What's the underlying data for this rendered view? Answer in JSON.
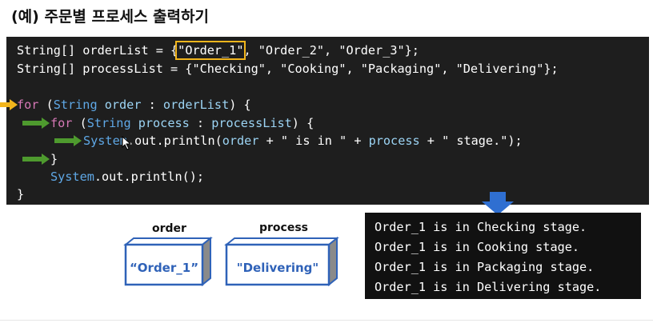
{
  "title": "(예) 주문별 프로세스 출력하기",
  "code": {
    "line1": {
      "a": "String[] orderList = {",
      "hl": "\"Order_1\"",
      "b": ", \"Order_2\", \"Order_3\"};"
    },
    "line2": "String[] processList = {\"Checking\", \"Cooking\", \"Packaging\", \"Delivering\"};",
    "line3": {
      "kw": "for",
      "p1": " (",
      "ty": "String",
      "v1": " order",
      "p2": " : ",
      "v2": "orderList",
      "p3": ") {"
    },
    "line4": {
      "kw": "for",
      "p1": " (",
      "ty": "String",
      "v1": " process",
      "p2": " : ",
      "v2": "processList",
      "p3": ") {"
    },
    "line5": {
      "ty": "System",
      "p1": ".out.println(",
      "v1": "order",
      "p2": " + \" is in \" + ",
      "v2": "process",
      "p3": " + \" stage.\");"
    },
    "line6": "}",
    "line7": {
      "ty": "System",
      "p1": ".out.println();"
    },
    "line8": "}"
  },
  "output": [
    "Order_1 is in Checking stage.",
    "Order_1 is in Cooking stage.",
    "Order_1 is in Packaging stage.",
    "Order_1 is in Delivering stage."
  ],
  "variables": {
    "order": {
      "label": "order",
      "value": "“Order_1”"
    },
    "process": {
      "label": "process",
      "value": "\"Delivering\""
    }
  },
  "colors": {
    "outer_loop_arrow": "#f2b51c",
    "inner_arrow": "#4e9a2e",
    "output_pointer": "#2f6fd1",
    "box_outline": "#2f62b8",
    "box_side": "#8a8a8a"
  }
}
